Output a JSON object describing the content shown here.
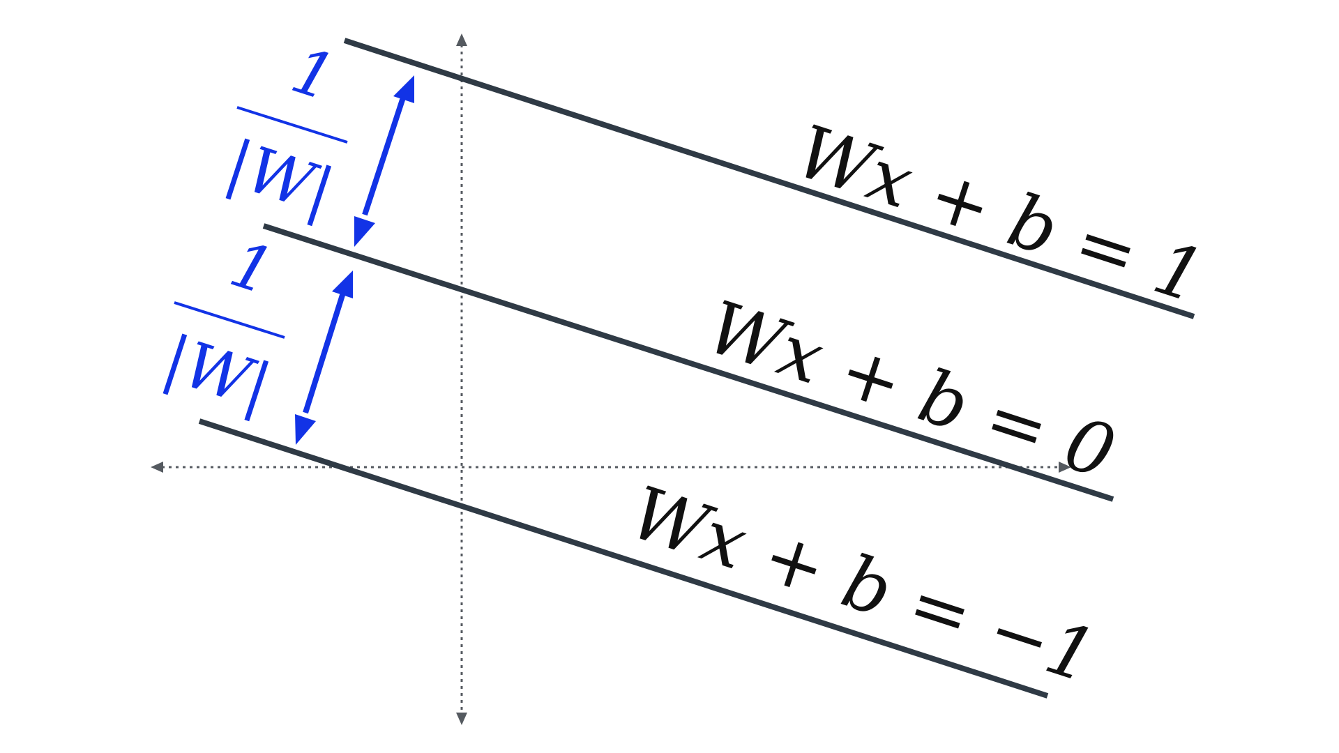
{
  "hyperplanes": [
    {
      "id": "positive",
      "label": "Wx + b = 1"
    },
    {
      "id": "decision",
      "label": "Wx + b = 0"
    },
    {
      "id": "negative",
      "label": "Wx + b = −1"
    }
  ],
  "margins": [
    {
      "numerator": "1",
      "denominator": "|W|"
    },
    {
      "numerator": "1",
      "denominator": "|W|"
    }
  ],
  "colors": {
    "line": "#2f3a45",
    "margin": "#1233e6",
    "axis": "#555a60",
    "text": "#111111"
  }
}
